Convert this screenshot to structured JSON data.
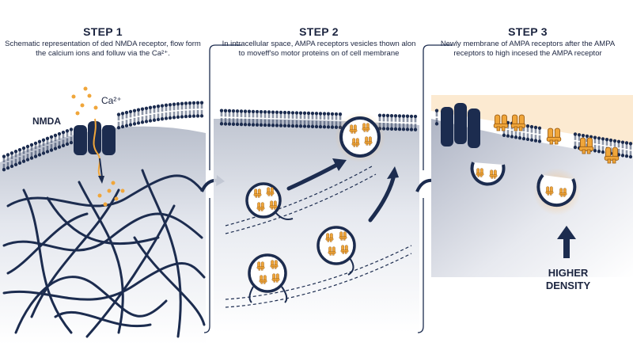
{
  "steps": [
    {
      "title": "STEP 1",
      "desc": "Schematic representation of ded NMDA receptor, flow form the calcium ions and folluw via the Ca²⁺."
    },
    {
      "title": "STEP 2",
      "desc": "In intracellular space, AMPA receptors vesicles thown alon to moveff'so motor proteins on of cell membrane"
    },
    {
      "title": "STEP 3",
      "desc": "Newly membrane of AMPA receptors after the AMPA receptors to high incesed the AMPA receptor"
    }
  ],
  "labels": {
    "nmda": "NMDA",
    "ca": "Ca²⁺",
    "density_line1": "HIGHER",
    "density_line2": "DENSITY"
  },
  "colors": {
    "navy": "#1c2c4f",
    "orange": "#f0a63a",
    "glow": "#f7c27a",
    "membrane": "#1c2c4f"
  }
}
